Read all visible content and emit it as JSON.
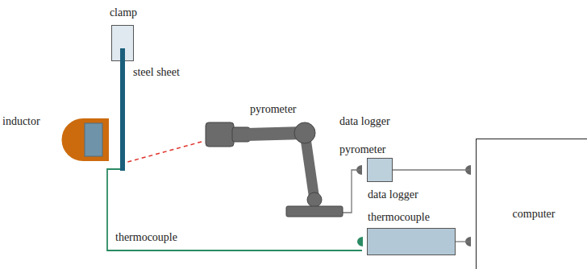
{
  "diagram": {
    "nodes": [
      {
        "text": [
          "clamp"
        ]
      },
      {
        "text": [
          "steel sheet"
        ]
      },
      {
        "text": [
          "inductor"
        ]
      },
      {
        "text": [
          "pyrometer"
        ]
      },
      {
        "text": [
          "data logger",
          "pyrometer"
        ]
      },
      {
        "text": [
          "data logger",
          "thermocouple"
        ]
      },
      {
        "text": [
          "computer"
        ]
      }
    ],
    "edges": [
      {
        "from": 3,
        "to": 1,
        "arrow": "none"
      },
      {
        "from": 1,
        "to": 5,
        "label": "thermocouple",
        "arrow": "none"
      },
      {
        "from": 3,
        "to": 4,
        "arrow": "none"
      },
      {
        "from": 4,
        "to": 6,
        "arrow": "none"
      },
      {
        "from": 5,
        "to": 6,
        "arrow": "none"
      }
    ]
  }
}
